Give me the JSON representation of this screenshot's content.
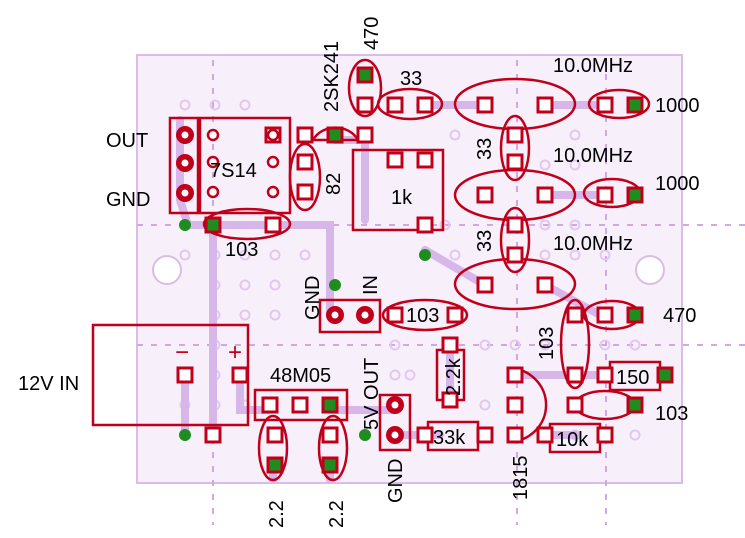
{
  "colors": {
    "background": "#ffffff",
    "board": "#e8d3f3",
    "board_outline": "#d9bde8",
    "trace": "#c9a3e0",
    "grid": "#cfa8e6",
    "part_outline": "#c0001a",
    "pad_ring": "#c0001a",
    "pad_hole": "#ffffff",
    "via": "#1e8c1e",
    "label": "#000000"
  },
  "labels": {
    "out": "OUT",
    "gnd_left": "GND",
    "ic_7s14": "7S14",
    "c_103_top": "103",
    "r_82": "82",
    "tr_2sk241": "2SK241",
    "c_470_top": "470",
    "c_33_top": "33",
    "pot_1k": "1k",
    "xtal_1": "10.0MHz",
    "c_1000_a": "1000",
    "c_33_mid_a": "33",
    "xtal_2": "10.0MHz",
    "c_1000_b": "1000",
    "c_33_mid_b": "33",
    "xtal_3": "10.0MHz",
    "gnd_mid": "GND",
    "in_mid": "IN",
    "c_103_mid": "103",
    "c_470_right": "470",
    "c_103_vert": "103",
    "power_in": "12V IN",
    "minus": "−",
    "plus": "+",
    "reg_48m05": "48M05",
    "out_5v": "5V OUT",
    "r_2_2k": "2.2k",
    "r_150": "150",
    "c_103_right": "103",
    "r_33k": "33k",
    "r_10k": "10k",
    "gnd_bottom": "GND",
    "tr_1815": "1815",
    "c_2_2_a": "2.2",
    "c_2_2_b": "2.2"
  }
}
